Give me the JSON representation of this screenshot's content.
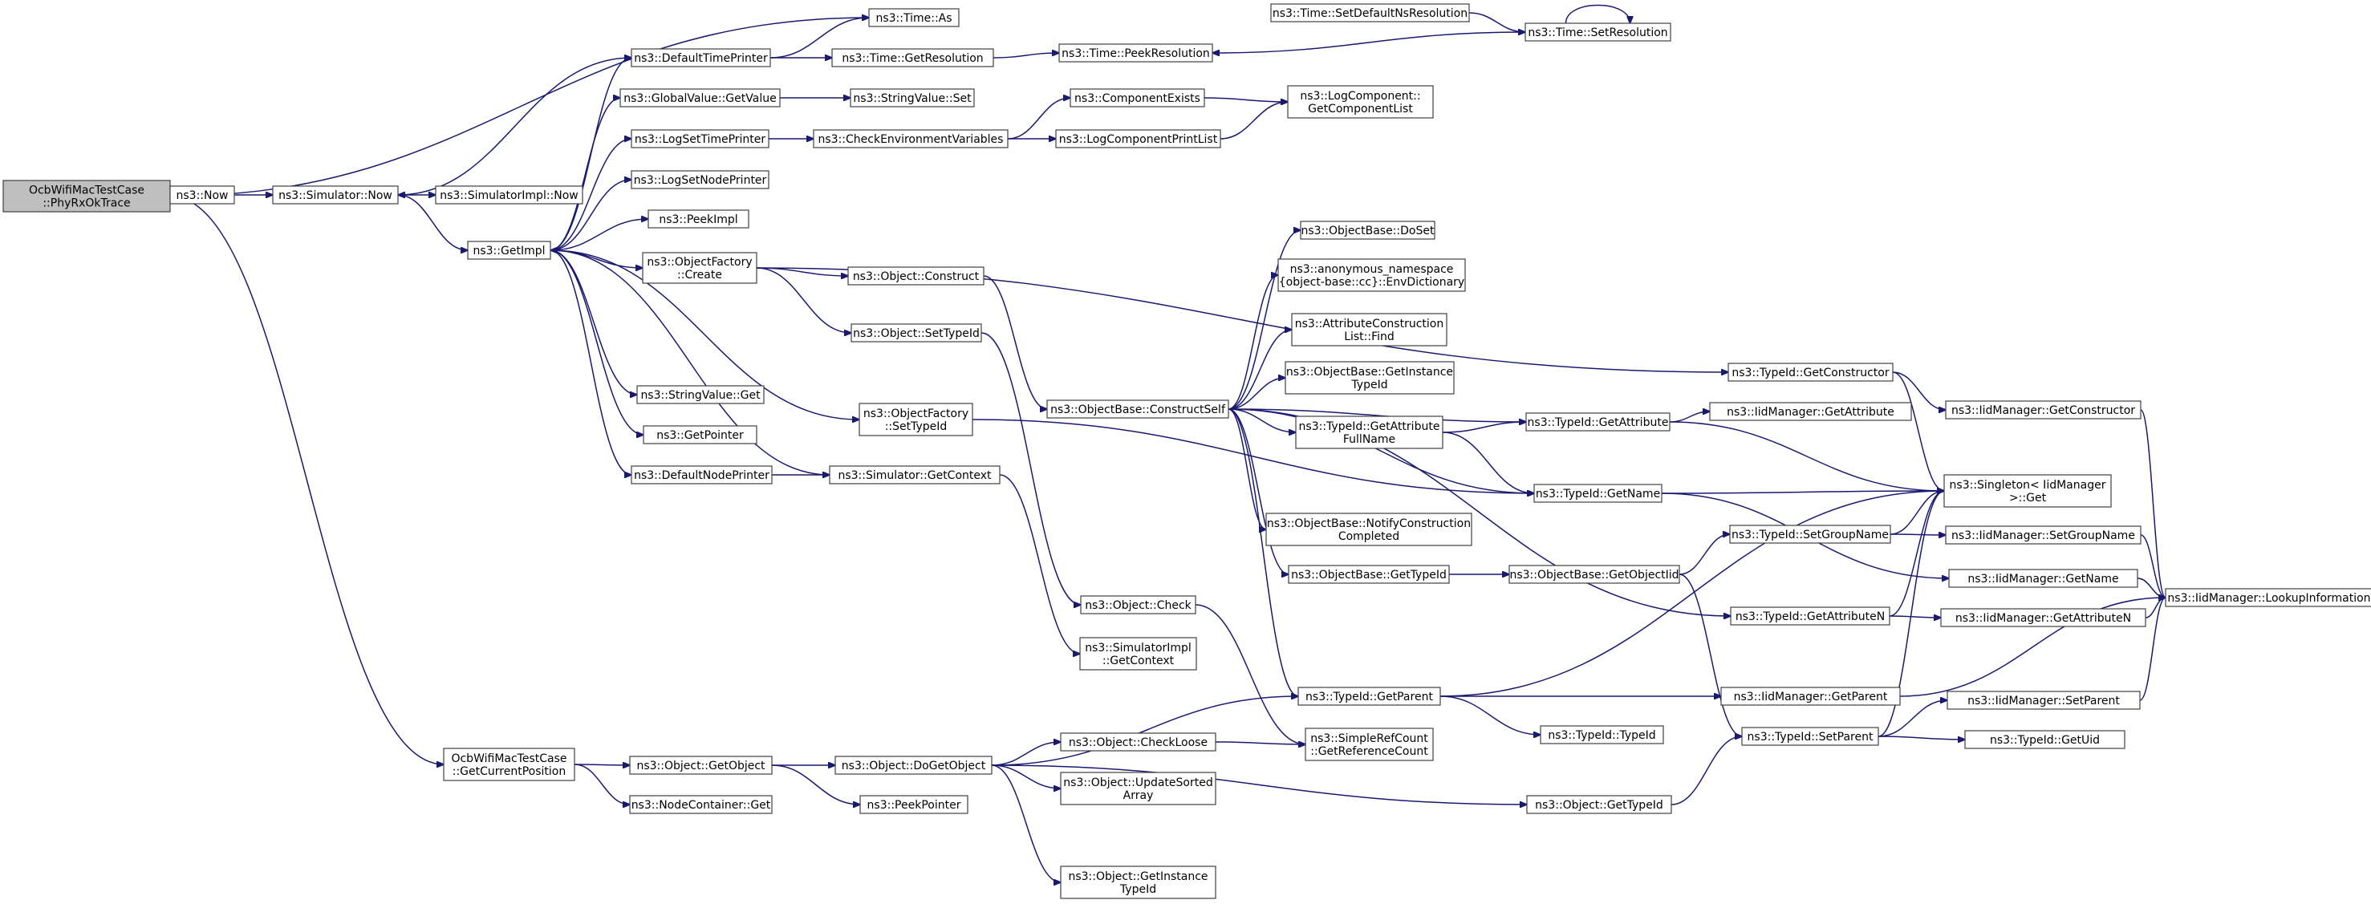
{
  "diagram": {
    "type": "call-graph",
    "colors": {
      "edge": "#191970",
      "node_border": "#404040",
      "root_fill": "#bfbfbf",
      "node_fill": "#ffffff"
    },
    "nodes": [
      {
        "id": "root",
        "lines": [
          "OcbWifiMacTestCase",
          "::PhyRxOkTrace"
        ],
        "root": true
      },
      {
        "id": "now",
        "lines": [
          "ns3::Now"
        ]
      },
      {
        "id": "simnow",
        "lines": [
          "ns3::Simulator::Now"
        ]
      },
      {
        "id": "simimplnow",
        "lines": [
          "ns3::SimulatorImpl::Now"
        ]
      },
      {
        "id": "getimpl",
        "lines": [
          "ns3::GetImpl"
        ]
      },
      {
        "id": "timeas",
        "lines": [
          "ns3::Time::As"
        ]
      },
      {
        "id": "deftimeprinter",
        "lines": [
          "ns3::DefaultTimePrinter"
        ]
      },
      {
        "id": "getres",
        "lines": [
          "ns3::Time::GetResolution"
        ]
      },
      {
        "id": "peekres",
        "lines": [
          "ns3::Time::PeekResolution"
        ]
      },
      {
        "id": "setdefns",
        "lines": [
          "ns3::Time::SetDefaultNsResolution"
        ]
      },
      {
        "id": "setres",
        "lines": [
          "ns3::Time::SetResolution"
        ]
      },
      {
        "id": "gvget",
        "lines": [
          "ns3::GlobalValue::GetValue"
        ]
      },
      {
        "id": "svset",
        "lines": [
          "ns3::StringValue::Set"
        ]
      },
      {
        "id": "logsettime",
        "lines": [
          "ns3::LogSetTimePrinter"
        ]
      },
      {
        "id": "checkenv",
        "lines": [
          "ns3::CheckEnvironmentVariables"
        ]
      },
      {
        "id": "compexists",
        "lines": [
          "ns3::ComponentExists"
        ]
      },
      {
        "id": "logcompprint",
        "lines": [
          "ns3::LogComponentPrintList"
        ]
      },
      {
        "id": "logcompget",
        "lines": [
          "ns3::LogComponent::",
          "GetComponentList"
        ]
      },
      {
        "id": "logsetnode",
        "lines": [
          "ns3::LogSetNodePrinter"
        ]
      },
      {
        "id": "peekimpl",
        "lines": [
          "ns3::PeekImpl"
        ]
      },
      {
        "id": "ofcreate",
        "lines": [
          "ns3::ObjectFactory",
          "::Create"
        ]
      },
      {
        "id": "objconstruct",
        "lines": [
          "ns3::Object::Construct"
        ]
      },
      {
        "id": "objsettypeid",
        "lines": [
          "ns3::Object::SetTypeId"
        ]
      },
      {
        "id": "svget",
        "lines": [
          "ns3::StringValue::Get"
        ]
      },
      {
        "id": "getpointer",
        "lines": [
          "ns3::GetPointer"
        ]
      },
      {
        "id": "ofsettypeid",
        "lines": [
          "ns3::ObjectFactory",
          "::SetTypeId"
        ]
      },
      {
        "id": "defnodeprinter",
        "lines": [
          "ns3::DefaultNodePrinter"
        ]
      },
      {
        "id": "simgetctx",
        "lines": [
          "ns3::Simulator::GetContext"
        ]
      },
      {
        "id": "objcheck",
        "lines": [
          "ns3::Object::Check"
        ]
      },
      {
        "id": "simimplgetctx",
        "lines": [
          "ns3::SimulatorImpl",
          "::GetContext"
        ]
      },
      {
        "id": "obconstructself",
        "lines": [
          "ns3::ObjectBase::ConstructSelf"
        ]
      },
      {
        "id": "obdoset",
        "lines": [
          "ns3::ObjectBase::DoSet"
        ]
      },
      {
        "id": "envdict",
        "lines": [
          "ns3::anonymous_namespace",
          "{object-base::cc}::EnvDictionary"
        ]
      },
      {
        "id": "attrfind",
        "lines": [
          "ns3::AttributeConstruction",
          "List::Find"
        ]
      },
      {
        "id": "obgetinst",
        "lines": [
          "ns3::ObjectBase::GetInstance",
          "TypeId"
        ]
      },
      {
        "id": "tidgetattrfull",
        "lines": [
          "ns3::TypeId::GetAttribute",
          "FullName"
        ]
      },
      {
        "id": "obnotify",
        "lines": [
          "ns3::ObjectBase::NotifyConstruction",
          "Completed"
        ]
      },
      {
        "id": "obgettypeid",
        "lines": [
          "ns3::ObjectBase::GetTypeId"
        ]
      },
      {
        "id": "tidgetattr",
        "lines": [
          "ns3::TypeId::GetAttribute"
        ]
      },
      {
        "id": "tidgetname",
        "lines": [
          "ns3::TypeId::GetName"
        ]
      },
      {
        "id": "obgetobjtid",
        "lines": [
          "ns3::ObjectBase::GetObjectIid"
        ]
      },
      {
        "id": "tidsetgroup",
        "lines": [
          "ns3::TypeId::SetGroupName"
        ]
      },
      {
        "id": "tidgetattrn",
        "lines": [
          "ns3::TypeId::GetAttributeN"
        ]
      },
      {
        "id": "tidgetctor",
        "lines": [
          "ns3::TypeId::GetConstructor"
        ]
      },
      {
        "id": "iidgetattr",
        "lines": [
          "ns3::IidManager::GetAttribute"
        ]
      },
      {
        "id": "iidgetctor",
        "lines": [
          "ns3::IidManager::GetConstructor"
        ]
      },
      {
        "id": "singleton",
        "lines": [
          "ns3::Singleton< IidManager",
          ">::Get"
        ]
      },
      {
        "id": "iidsetgroup",
        "lines": [
          "ns3::IidManager::SetGroupName"
        ]
      },
      {
        "id": "iidgetname",
        "lines": [
          "ns3::IidManager::GetName"
        ]
      },
      {
        "id": "iidgetattrn",
        "lines": [
          "ns3::IidManager::GetAttributeN"
        ]
      },
      {
        "id": "iidlookup",
        "lines": [
          "ns3::IidManager::LookupInformation"
        ]
      },
      {
        "id": "tidgetparent",
        "lines": [
          "ns3::TypeId::GetParent"
        ]
      },
      {
        "id": "iidgetparent",
        "lines": [
          "ns3::IidManager::GetParent"
        ]
      },
      {
        "id": "tidtypeid",
        "lines": [
          "ns3::TypeId::TypeId"
        ]
      },
      {
        "id": "tidsetparent",
        "lines": [
          "ns3::TypeId::SetParent"
        ]
      },
      {
        "id": "iidsetparent",
        "lines": [
          "ns3::IidManager::SetParent"
        ]
      },
      {
        "id": "tidgetuid",
        "lines": [
          "ns3::TypeId::GetUid"
        ]
      },
      {
        "id": "srcgetref",
        "lines": [
          "ns3::SimpleRefCount",
          "::GetReferenceCount"
        ]
      },
      {
        "id": "getcurpos",
        "lines": [
          "OcbWifiMacTestCase",
          "::GetCurrentPosition"
        ]
      },
      {
        "id": "objgetobj",
        "lines": [
          "ns3::Object::GetObject"
        ]
      },
      {
        "id": "ncget",
        "lines": [
          "ns3::NodeContainer::Get"
        ]
      },
      {
        "id": "objdoget",
        "lines": [
          "ns3::Object::DoGetObject"
        ]
      },
      {
        "id": "peekptr",
        "lines": [
          "ns3::PeekPointer"
        ]
      },
      {
        "id": "objcheckloose",
        "lines": [
          "ns3::Object::CheckLoose"
        ]
      },
      {
        "id": "objupdsorted",
        "lines": [
          "ns3::Object::UpdateSorted",
          "Array"
        ]
      },
      {
        "id": "objgetinst",
        "lines": [
          "ns3::Object::GetInstance",
          "TypeId"
        ]
      },
      {
        "id": "objgettypeid",
        "lines": [
          "ns3::Object::GetTypeId"
        ]
      }
    ],
    "edges": [
      [
        "root",
        "now"
      ],
      [
        "root",
        "timeas"
      ],
      [
        "root",
        "getcurpos"
      ],
      [
        "now",
        "simnow"
      ],
      [
        "simnow",
        "simimplnow"
      ],
      [
        "simnow",
        "getimpl"
      ],
      [
        "deftimeprinter",
        "timeas"
      ],
      [
        "deftimeprinter",
        "getres"
      ],
      [
        "deftimeprinter",
        "simnow"
      ],
      [
        "getres",
        "peekres"
      ],
      [
        "setdefns",
        "setres"
      ],
      [
        "setres",
        "setres"
      ],
      [
        "setres",
        "peekres"
      ],
      [
        "gvget",
        "svset"
      ],
      [
        "logsettime",
        "checkenv"
      ],
      [
        "checkenv",
        "compexists"
      ],
      [
        "checkenv",
        "logcompprint"
      ],
      [
        "compexists",
        "logcompget"
      ],
      [
        "logcompprint",
        "logcompget"
      ],
      [
        "getimpl",
        "deftimeprinter"
      ],
      [
        "getimpl",
        "gvget"
      ],
      [
        "getimpl",
        "logsettime"
      ],
      [
        "getimpl",
        "logsetnode"
      ],
      [
        "getimpl",
        "peekimpl"
      ],
      [
        "getimpl",
        "ofcreate"
      ],
      [
        "getimpl",
        "ofsettypeid"
      ],
      [
        "getimpl",
        "svget"
      ],
      [
        "getimpl",
        "getpointer"
      ],
      [
        "getimpl",
        "defnodeprinter"
      ],
      [
        "ofcreate",
        "objconstruct"
      ],
      [
        "ofcreate",
        "objsettypeid"
      ],
      [
        "ofcreate",
        "tidgetctor"
      ],
      [
        "objconstruct",
        "obconstructself"
      ],
      [
        "objsettypeid",
        "objcheck"
      ],
      [
        "ofsettypeid",
        "tidgetname"
      ],
      [
        "defnodeprinter",
        "simgetctx"
      ],
      [
        "simgetctx",
        "getimpl"
      ],
      [
        "simgetctx",
        "simimplgetctx"
      ],
      [
        "objcheck",
        "srcgetref"
      ],
      [
        "obconstructself",
        "obdoset"
      ],
      [
        "obconstructself",
        "envdict"
      ],
      [
        "obconstructself",
        "attrfind"
      ],
      [
        "obconstructself",
        "obgetinst"
      ],
      [
        "obconstructself",
        "tidgetattrfull"
      ],
      [
        "obconstructself",
        "obnotify"
      ],
      [
        "obconstructself",
        "obgettypeid"
      ],
      [
        "obconstructself",
        "tidgetattr"
      ],
      [
        "obconstructself",
        "tidgetname"
      ],
      [
        "obconstructself",
        "tidgetattrn"
      ],
      [
        "obconstructself",
        "tidgetparent"
      ],
      [
        "tidgetattrfull",
        "tidgetattr"
      ],
      [
        "tidgetattrfull",
        "tidgetname"
      ],
      [
        "obgettypeid",
        "obgetobjtid"
      ],
      [
        "obgetobjtid",
        "tidsetgroup"
      ],
      [
        "obgetobjtid",
        "tidsetparent"
      ],
      [
        "tidgetattr",
        "iidgetattr"
      ],
      [
        "tidgetattr",
        "singleton"
      ],
      [
        "tidgetname",
        "singleton"
      ],
      [
        "tidgetname",
        "iidgetname"
      ],
      [
        "tidsetgroup",
        "singleton"
      ],
      [
        "tidsetgroup",
        "iidsetgroup"
      ],
      [
        "tidgetattrn",
        "singleton"
      ],
      [
        "tidgetattrn",
        "iidgetattrn"
      ],
      [
        "tidgetctor",
        "singleton"
      ],
      [
        "tidgetctor",
        "iidgetctor"
      ],
      [
        "iidgetctor",
        "iidlookup"
      ],
      [
        "iidsetgroup",
        "iidlookup"
      ],
      [
        "iidgetname",
        "iidlookup"
      ],
      [
        "iidgetattrn",
        "iidlookup"
      ],
      [
        "iidgetparent",
        "iidlookup"
      ],
      [
        "iidsetparent",
        "iidlookup"
      ],
      [
        "tidgetparent",
        "singleton"
      ],
      [
        "tidgetparent",
        "iidgetparent"
      ],
      [
        "tidgetparent",
        "tidtypeid"
      ],
      [
        "tidsetparent",
        "singleton"
      ],
      [
        "tidsetparent",
        "iidsetparent"
      ],
      [
        "tidsetparent",
        "tidgetuid"
      ],
      [
        "getcurpos",
        "objgetobj"
      ],
      [
        "getcurpos",
        "ncget"
      ],
      [
        "objgetobj",
        "objdoget"
      ],
      [
        "objgetobj",
        "peekptr"
      ],
      [
        "objdoget",
        "tidgetparent"
      ],
      [
        "objdoget",
        "objcheckloose"
      ],
      [
        "objdoget",
        "objupdsorted"
      ],
      [
        "objdoget",
        "objgetinst"
      ],
      [
        "objdoget",
        "objgettypeid"
      ],
      [
        "objcheckloose",
        "srcgetref"
      ],
      [
        "objgettypeid",
        "tidsetparent"
      ]
    ]
  }
}
